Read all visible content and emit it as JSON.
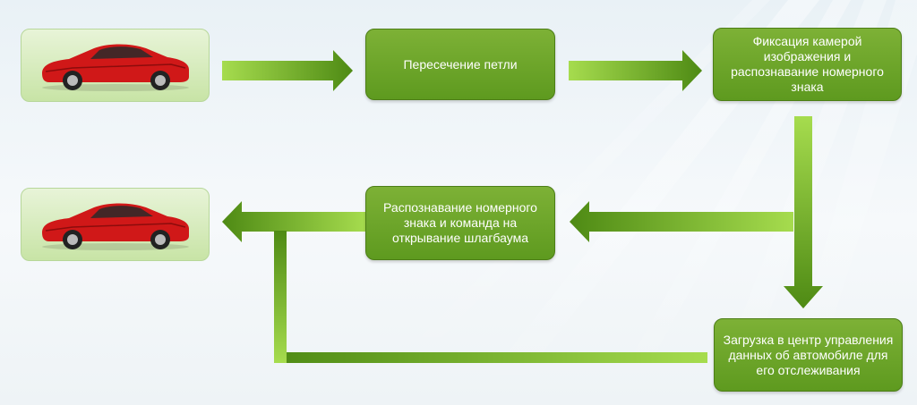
{
  "nodes": {
    "loop": "Пересечение петли",
    "capture": "Фиксация камерой изображения и распознавание номерного знака",
    "upload": "Загрузка в центр управления данных об автомобиле для его отслеживания",
    "open": "Распознавание номерного знака и команда на открывание шлагбаума"
  },
  "colors": {
    "node_fill": "#6aa628",
    "arrow_light": "#a6dc4e",
    "arrow_dark": "#4e8a14",
    "car_red": "#d01818"
  },
  "icons": {
    "car_top": "red-sports-car-icon",
    "car_bottom": "red-sports-car-icon"
  }
}
